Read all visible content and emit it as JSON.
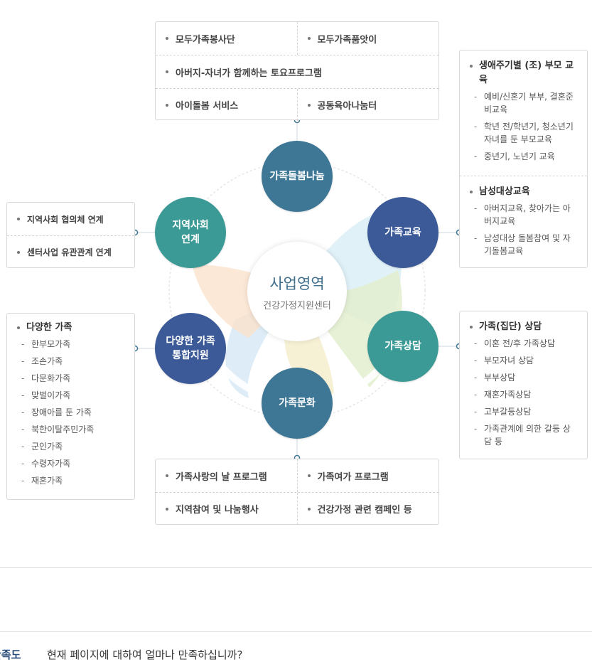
{
  "center": {
    "title": "사업영역",
    "subtitle": "건강가정지원센터"
  },
  "nodes": {
    "care": "가족돌봄나눔",
    "education": "가족교육",
    "counsel": "가족상담",
    "culture": "가족문화",
    "diverse": "다양한 가족\n통합지원",
    "community": "지역사회\n연계"
  },
  "colors": {
    "teal": "#3c9a96",
    "navy": "#3c5a98",
    "blue": "#3e7796"
  },
  "care_box": {
    "row1": [
      "모두가족봉사단",
      "모두가족품앗이"
    ],
    "row2": "아버지-자녀가 함께하는 토요프로그램",
    "row3": [
      "아이돌봄 서비스",
      "공동육아나눔터"
    ]
  },
  "education_box": {
    "sections": [
      {
        "title": "생애주기별 (조) 부모 교육",
        "items": [
          "예비/신혼기 부부, 결혼준비교육",
          "학년 전/학년기, 청소년기 자녀를 둔 부모교육",
          "중년기, 노년기 교육"
        ]
      },
      {
        "title": "남성대상교육",
        "items": [
          "아버지교육, 찾아가는 아버지교육",
          "남성대상 돌봄참여 및 자기돌봄교육"
        ]
      }
    ]
  },
  "counsel_box": {
    "title": "가족(집단) 상담",
    "items": [
      "이혼 전/후 가족상담",
      "부모자녀 상담",
      "부부상담",
      "재혼가족상담",
      "고부갈등상담",
      "가족관계에 의한 갈등 상담 등"
    ]
  },
  "culture_box": {
    "row1": [
      "가족사랑의 날 프로그램",
      "가족여가 프로그램"
    ],
    "row2": [
      "지역참여 및 나눔행사",
      "건강가정 관련 캠페인 등"
    ]
  },
  "diverse_box": {
    "title": "다양한 가족",
    "items": [
      "한부모가족",
      "조손가족",
      "다문화가족",
      "맞벌이가족",
      "장애아를 둔 가족",
      "북한이탈주민가족",
      "군인가족",
      "수령자가족",
      "재혼가족"
    ]
  },
  "community_box": {
    "items": [
      "지역사회 협의체 연계",
      "센터사업 유관관계 연계"
    ]
  },
  "footer": {
    "label": "만족도",
    "question": "현재 페이지에 대하여 얼마나 만족하십니까?"
  }
}
